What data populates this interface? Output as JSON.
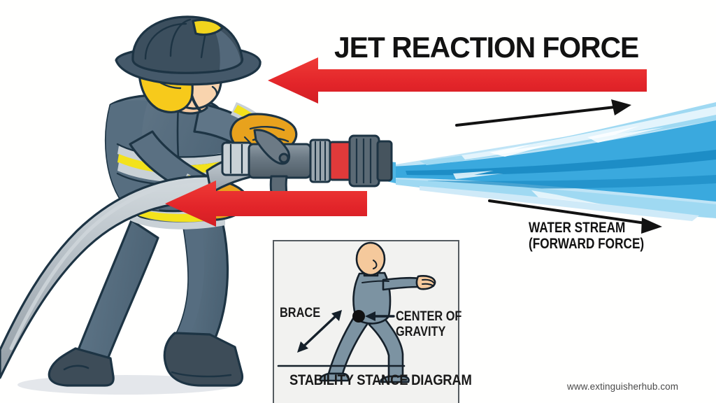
{
  "diagram": {
    "title_label": "JET REACTION FORCE",
    "water_stream_label_line1": "WATER STREAM",
    "water_stream_label_line2": "(FORWARD FORCE)",
    "watermark": "www.extinguisherhub.com",
    "background_color": "#fffffe"
  },
  "arrows": {
    "jet_reaction_top": {
      "name": "jet-reaction-arrow-top",
      "color": "#e8282a",
      "direction": "left"
    },
    "jet_reaction_lower": {
      "name": "jet-reaction-arrow-lower",
      "color": "#e8282a",
      "direction": "left"
    },
    "water_upper": {
      "name": "water-direction-arrow-upper",
      "color": "#121212",
      "direction": "right"
    },
    "water_lower": {
      "name": "water-direction-arrow-lower",
      "color": "#121212",
      "direction": "right"
    }
  },
  "firefighter": {
    "name": "firefighter-illustration",
    "helmet_color": "#3c4f5e",
    "helmet_badge_color": "#f2d024",
    "neck_flap_color": "#f7ca1b",
    "coat_color": "#5b7183",
    "coat_shade_color": "#4a6073",
    "reflective_stripe_yellow": "#f5e31a",
    "reflective_stripe_silver": "#c4ccd2",
    "glove_color": "#e8a21d",
    "skin_color": "#f6c9a0",
    "boot_color": "#3d4c58",
    "hose_color": "#b9c2c8",
    "outline_color": "#1d3444"
  },
  "nozzle": {
    "name": "fire-hose-nozzle",
    "body_color": "#6c7a85",
    "collar_color": "#c9d1d6",
    "red_band_color": "#e03a3a",
    "tip_color": "#5b6a75"
  },
  "water_stream": {
    "name": "water-stream",
    "colors": {
      "mid": "#38a8de",
      "light": "#9fd9f2",
      "dark": "#1e8cc4",
      "pale": "#cfeaf8"
    }
  },
  "inset": {
    "name": "stability-stance-diagram",
    "caption": "STABILITY STANCE DIAGRAM",
    "brace_label": "BRACE",
    "center_of_gravity_label_line1": "CENTER OF",
    "center_of_gravity_label_line2": "GRAVITY",
    "background_color": "#f2f2f0",
    "border_color": "#555b60",
    "body_color": "#7c93a2",
    "head_color": "#f5c99c",
    "cog_dot_color": "#111111",
    "outline_color": "#15202a"
  },
  "chart_data": {
    "type": "diagram",
    "title": "JET REACTION FORCE",
    "annotations": [
      {
        "label": "JET REACTION FORCE",
        "direction": "left",
        "color": "#e8282a"
      },
      {
        "label": "WATER STREAM (FORWARD FORCE)",
        "direction": "right",
        "color": "#121212"
      },
      {
        "label": "BRACE",
        "direction": "diagonal",
        "color": "#1a1a1a"
      },
      {
        "label": "CENTER OF GRAVITY",
        "direction": "left",
        "color": "#1a1a1a"
      },
      {
        "label": "STABILITY STANCE DIAGRAM",
        "direction": "none",
        "color": "#1a1a1a"
      }
    ]
  }
}
